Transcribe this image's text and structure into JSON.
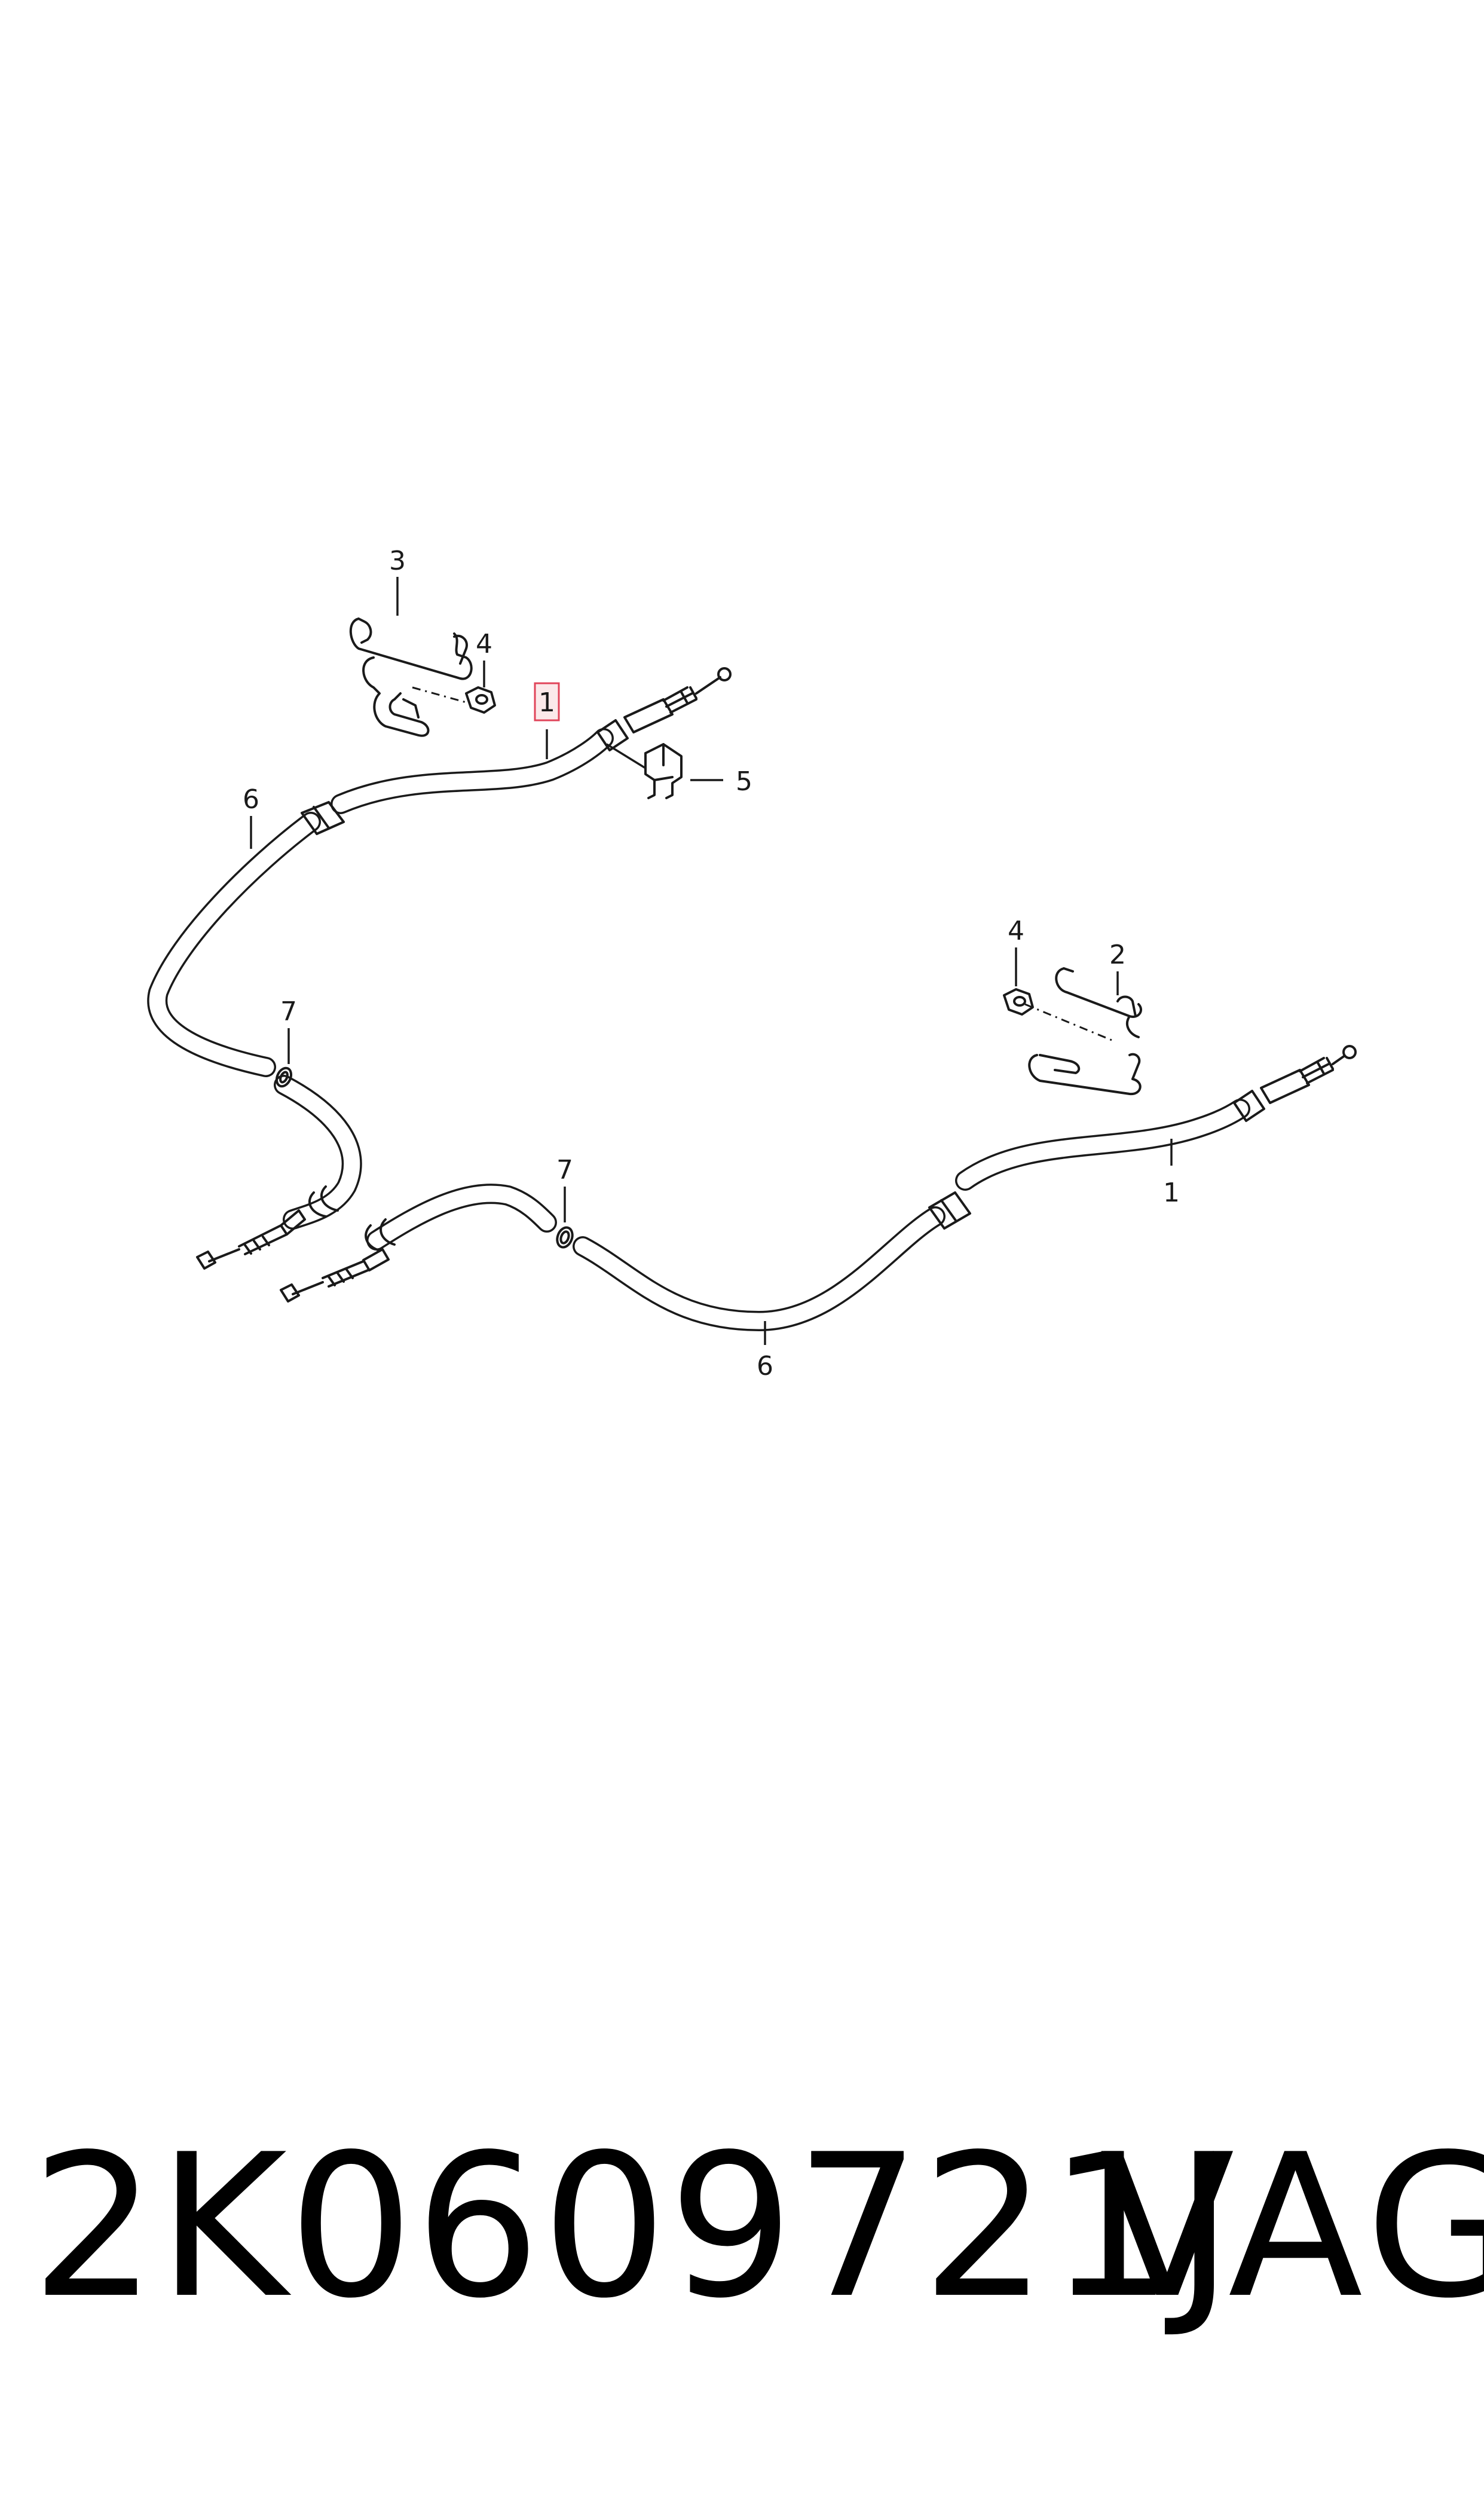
{
  "callouts": {
    "c1_top": "1",
    "c1_bottom": "1",
    "c2": "2",
    "c3": "3",
    "c4_left": "4",
    "c4_right": "4",
    "c5": "5",
    "c6_left": "6",
    "c6_bottom": "6",
    "c7_left": "7",
    "c7_mid": "7"
  },
  "footer": {
    "part_number": "2K0609721J",
    "brand": "VAG"
  },
  "colors": {
    "line": "#1a1a1a",
    "highlight_stroke": "#e0455a",
    "highlight_fill": "#fbe9ea"
  }
}
